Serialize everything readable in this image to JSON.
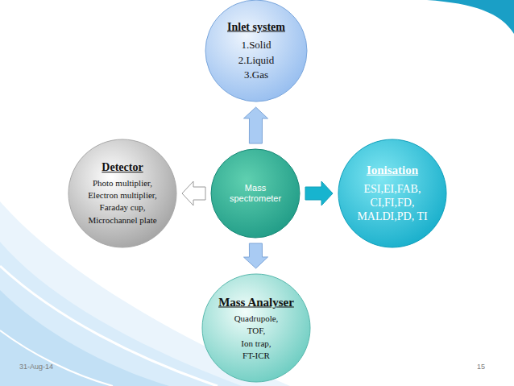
{
  "diagram": {
    "nodes": [
      {
        "text": [
          "Inlet system",
          "1.Solid",
          "2.Liquid",
          "3.Gas"
        ]
      },
      {
        "text": [
          "Detector",
          "Photo multiplier,",
          "Electron multiplier,",
          "Faraday cup,",
          "Microchannel plate"
        ]
      },
      {
        "text": [
          "Mass spectrometer"
        ]
      },
      {
        "text": [
          "Ionisation",
          "ESI,EI,FAB, CI,FI,FD, MALDI,PD, TI"
        ]
      },
      {
        "text": [
          "Mass Analyser",
          "Quadrupole,",
          "TOF,",
          "Ion trap,",
          "FT-ICR"
        ]
      }
    ],
    "edges": [
      {
        "from": 2,
        "to": 0,
        "arrow": "to"
      },
      {
        "from": 2,
        "to": 3,
        "arrow": "to"
      },
      {
        "from": 2,
        "to": 4,
        "arrow": "to"
      },
      {
        "from": 2,
        "to": 1,
        "arrow": "to"
      }
    ],
    "labels": [
      "31-Aug-14",
      "15"
    ]
  }
}
